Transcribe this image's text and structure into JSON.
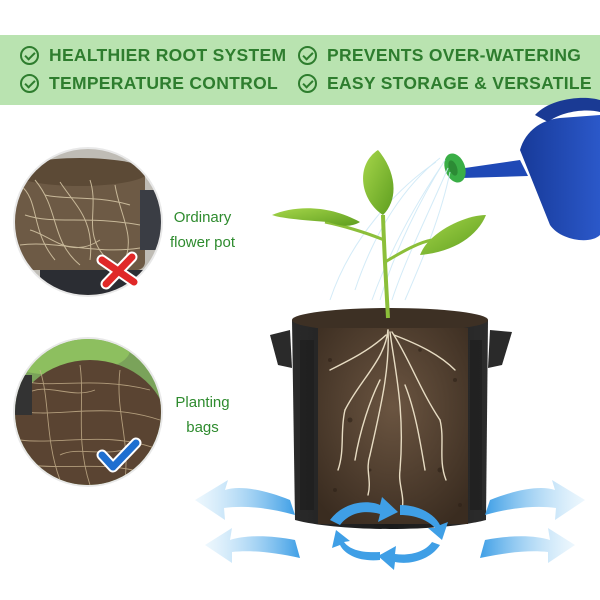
{
  "features": [
    {
      "label": "HEALTHIER ROOT SYSTEM",
      "icon": "check-circle-icon"
    },
    {
      "label": "PREVENTS OVER-WATERING",
      "icon": "check-circle-icon"
    },
    {
      "label": "TEMPERATURE CONTROL",
      "icon": "check-circle-icon"
    },
    {
      "label": "EASY STORAGE & VERSATILE",
      "icon": "check-circle-icon"
    }
  ],
  "comparisons": [
    {
      "line1": "Ordinary",
      "line2": "flower pot",
      "verdict_icon": "red-x-icon"
    },
    {
      "line1": "Planting",
      "line2": "bags",
      "verdict_icon": "blue-check-icon"
    }
  ],
  "colors": {
    "banner": "#b9e3b0",
    "feature_text": "#2e7d2e",
    "caption_text": "#2e8b2e",
    "airflow": "#3fa4e8",
    "bag": "#222222",
    "soil": "#4a3a2c",
    "watering_can": "#1d3f9e"
  }
}
